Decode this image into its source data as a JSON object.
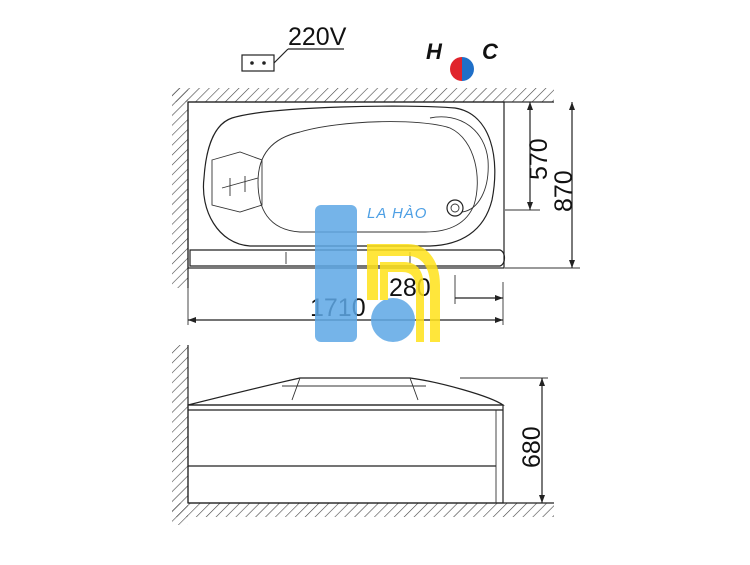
{
  "power_label": "220V",
  "hot_label": "H",
  "cold_label": "C",
  "brand_text": "LA HÀO",
  "dimensions": {
    "length": "1710",
    "width": "870",
    "inner_width": "570",
    "drain_offset": "280",
    "height": "680"
  },
  "colors": {
    "hot": "#e0242c",
    "cold": "#1f6fc8",
    "logo_blue": "#5ea8e6",
    "logo_yellow": "#ffe21a"
  }
}
